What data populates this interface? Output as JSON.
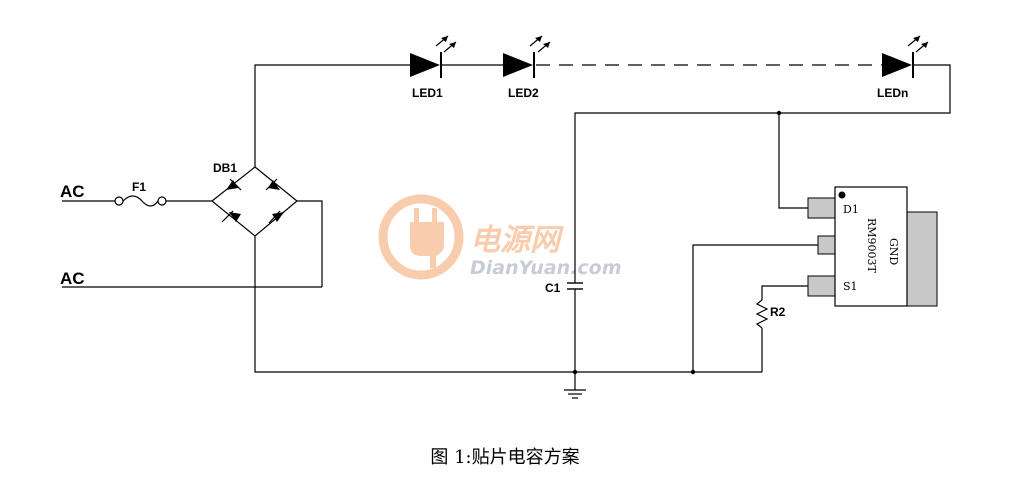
{
  "labels": {
    "ac_top": "AC",
    "ac_bottom": "AC",
    "fuse": "F1",
    "bridge": "DB1",
    "led1": "LED1",
    "led2": "LED2",
    "ledn": "LEDn",
    "capacitor": "C1",
    "resistor": "R2"
  },
  "chip": {
    "part": "RM9003T",
    "pin_d1": "D1",
    "pin_s1": "S1",
    "pin_gnd": "GND"
  },
  "watermark": {
    "brand_cn": "电源网",
    "brand_en": "DianYuan.com"
  },
  "caption": "图 1:贴片电容方案"
}
